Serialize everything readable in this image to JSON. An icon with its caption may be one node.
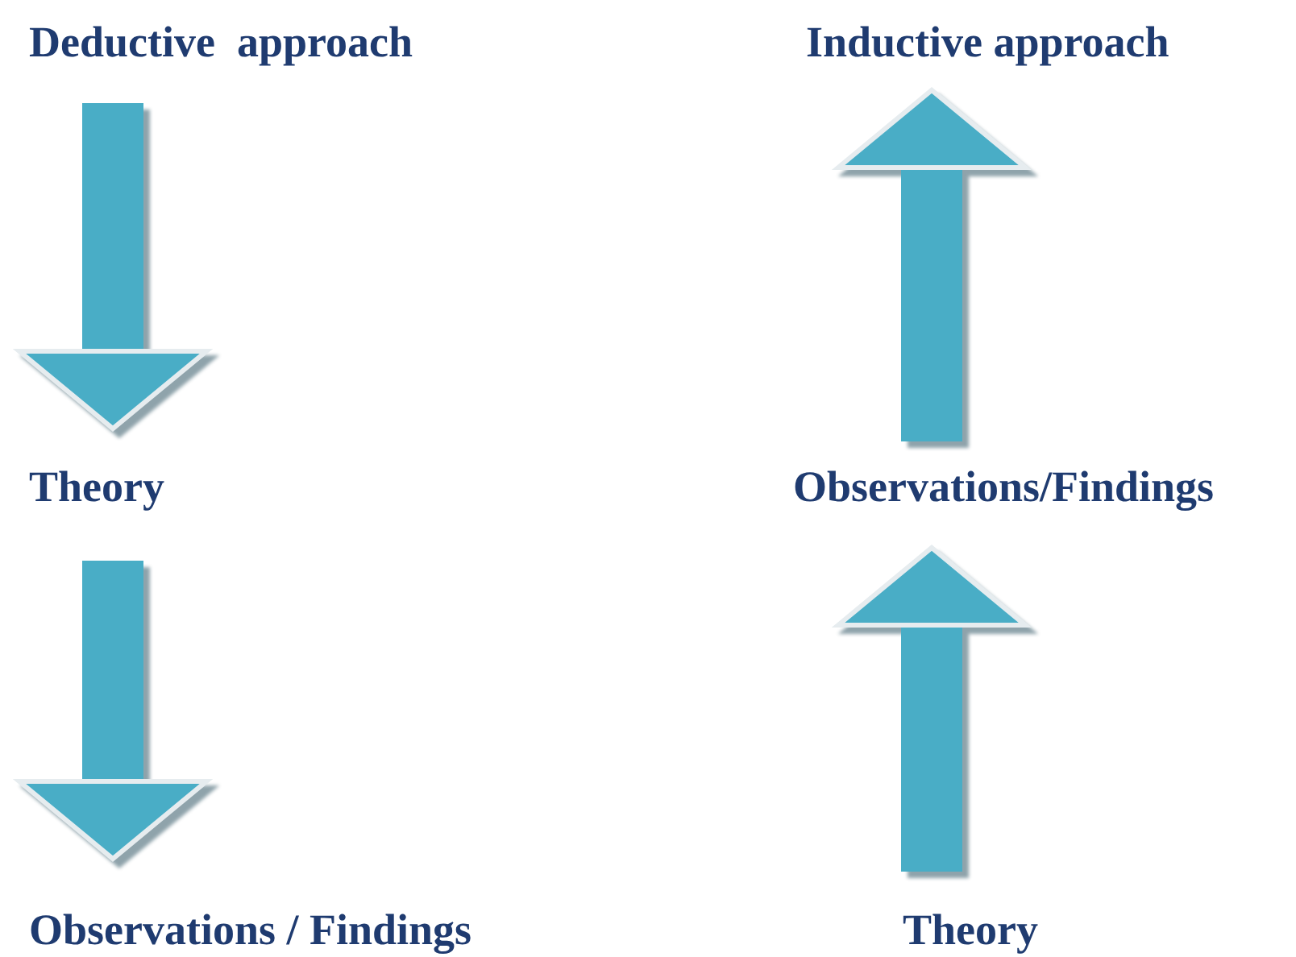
{
  "diagram": {
    "nodes": [
      {
        "text": [
          "Deductive  approach"
        ]
      },
      {
        "text": [
          "Theory"
        ]
      },
      {
        "text": [
          "Observations / Findings"
        ]
      },
      {
        "text": [
          "Inductive approach"
        ]
      },
      {
        "text": [
          "Observations/Findings"
        ]
      },
      {
        "text": [
          "Theory"
        ]
      }
    ],
    "edges": [
      {
        "from": 0,
        "to": 1,
        "arrow": "to"
      },
      {
        "from": 1,
        "to": 2,
        "arrow": "to"
      },
      {
        "from": 4,
        "to": 3,
        "arrow": "to"
      },
      {
        "from": 5,
        "to": 4,
        "arrow": "to"
      }
    ]
  }
}
